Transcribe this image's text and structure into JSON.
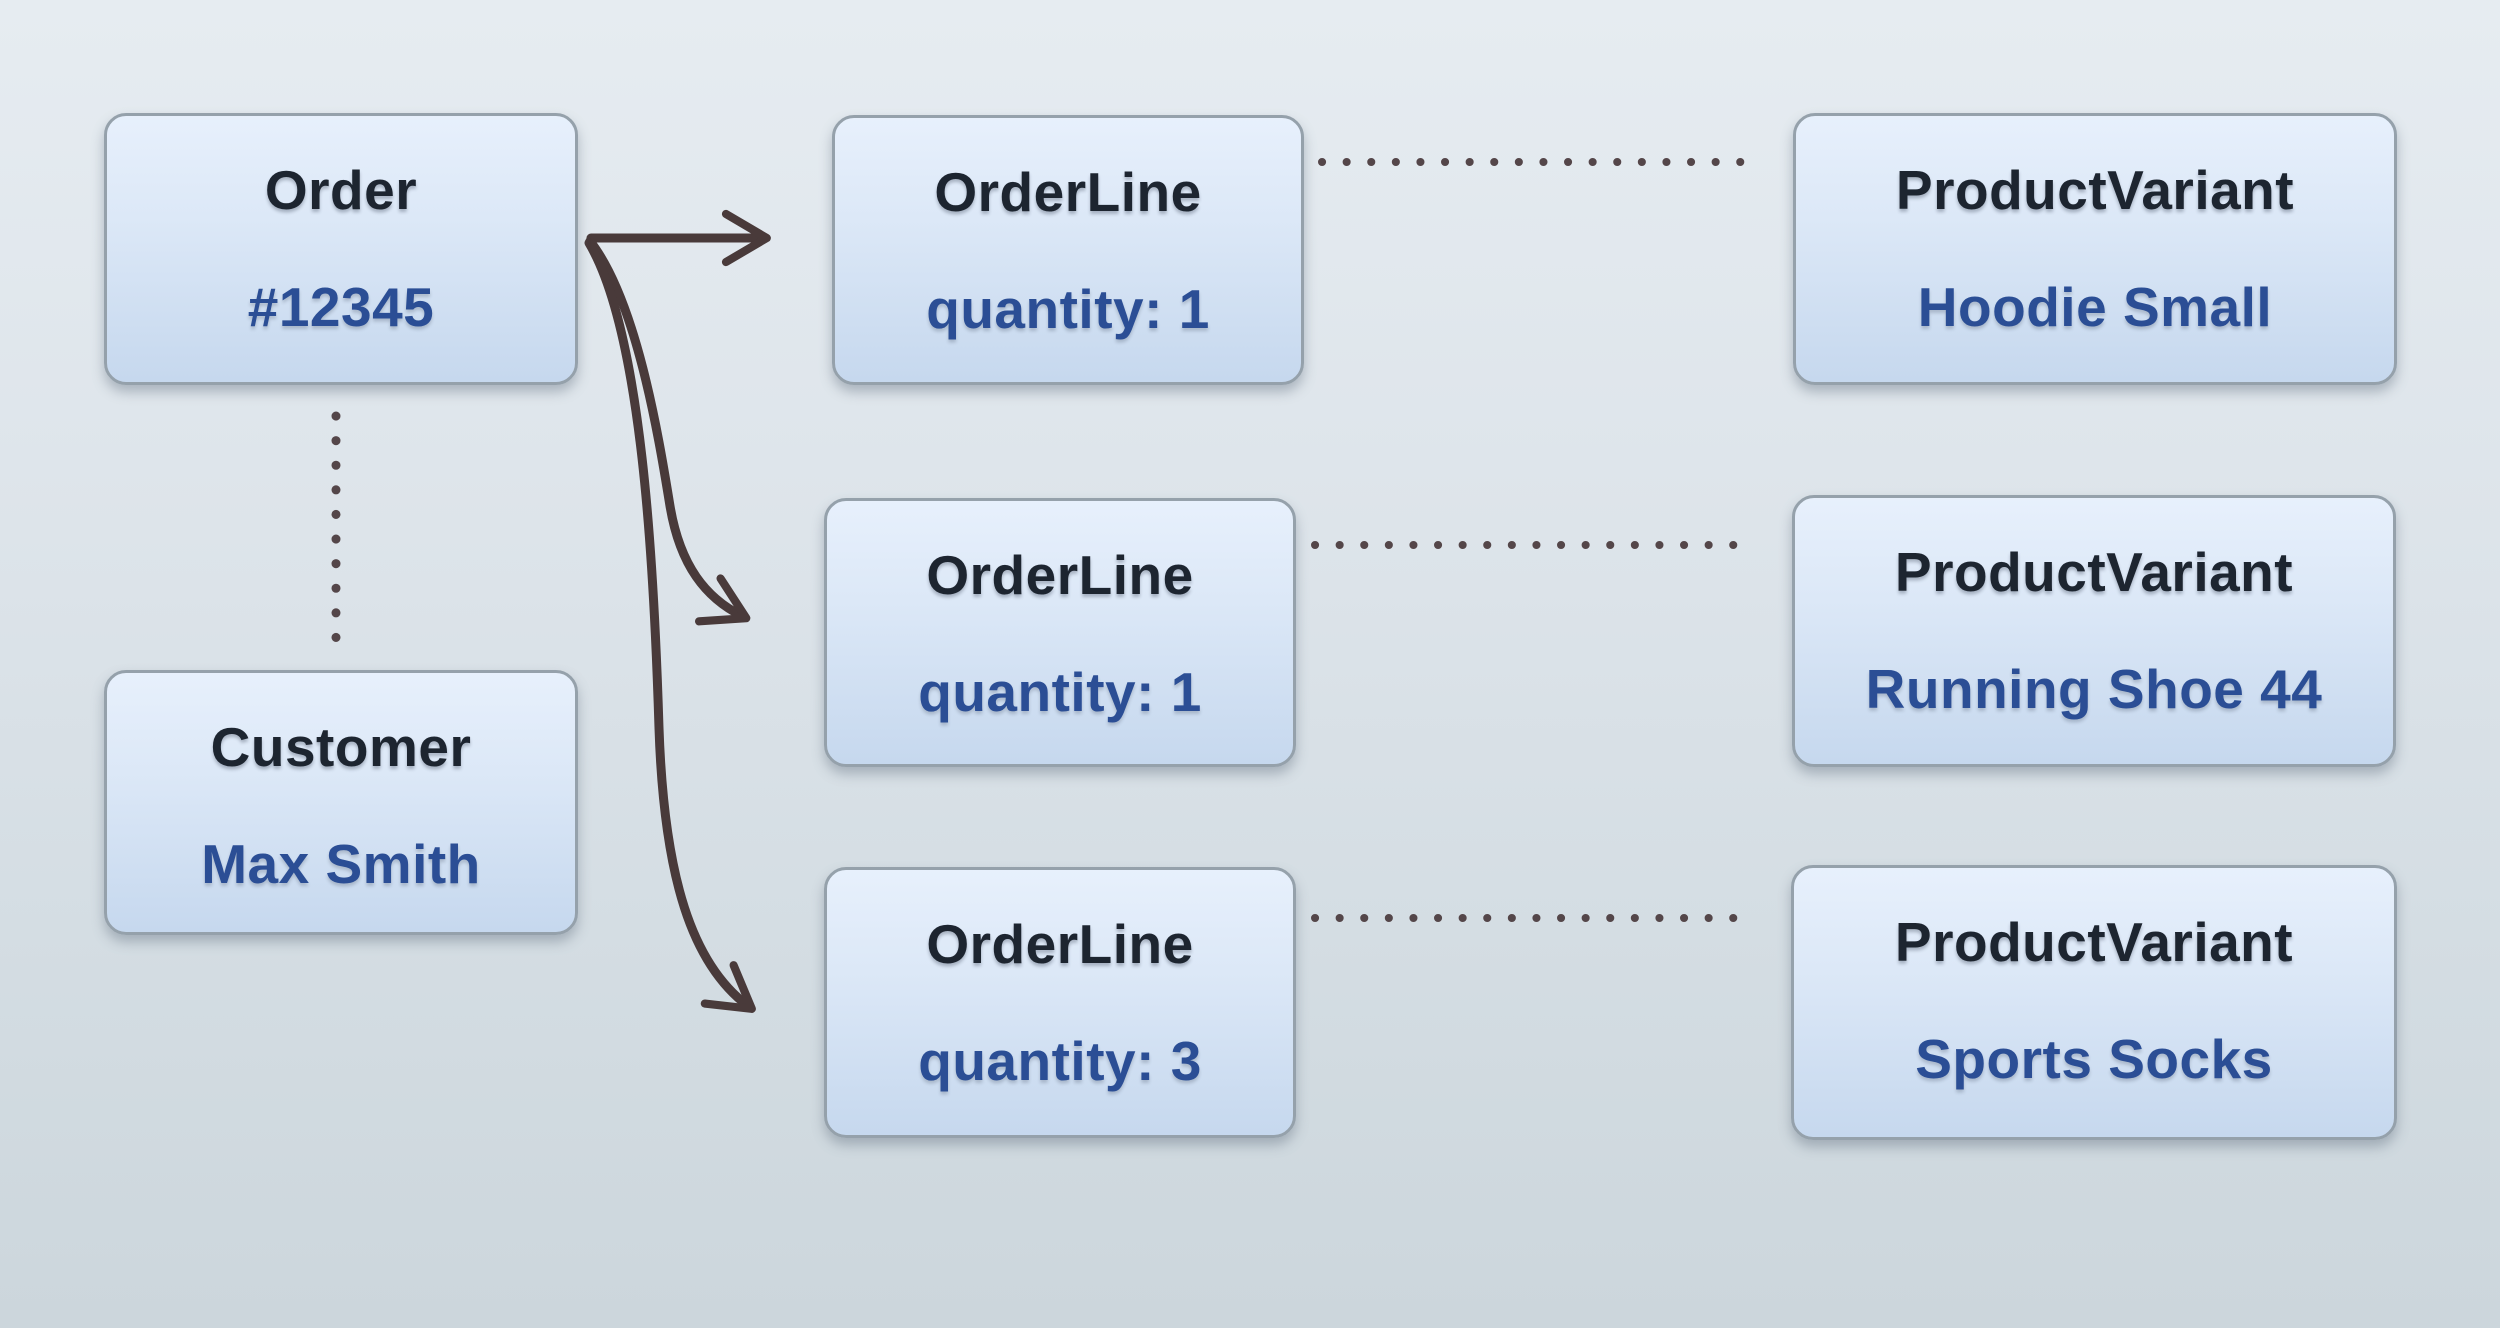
{
  "diagram": {
    "nodes": {
      "order": {
        "title": "Order",
        "value": "#12345"
      },
      "customer": {
        "title": "Customer",
        "value": "Max Smith"
      },
      "order_lines": [
        {
          "title": "OrderLine",
          "value": "quantity: 1"
        },
        {
          "title": "OrderLine",
          "value": "quantity: 1"
        },
        {
          "title": "OrderLine",
          "value": "quantity: 3"
        }
      ],
      "product_variants": [
        {
          "title": "ProductVariant",
          "value": "Hoodie Small"
        },
        {
          "title": "ProductVariant",
          "value": "Running Shoe 44"
        },
        {
          "title": "ProductVariant",
          "value": "Sports Socks"
        }
      ]
    },
    "edges": [
      {
        "from": "Order #12345",
        "to": "OrderLine quantity: 1 (row 1)",
        "style": "solid-arrow"
      },
      {
        "from": "Order #12345",
        "to": "OrderLine quantity: 1 (row 2)",
        "style": "solid-arrow"
      },
      {
        "from": "Order #12345",
        "to": "OrderLine quantity: 3 (row 3)",
        "style": "solid-arrow"
      },
      {
        "from": "Order #12345",
        "to": "Customer Max Smith",
        "style": "dotted"
      },
      {
        "from": "OrderLine quantity: 1",
        "to": "ProductVariant Hoodie Small",
        "style": "dotted"
      },
      {
        "from": "OrderLine quantity: 1",
        "to": "ProductVariant Running Shoe 44",
        "style": "dotted"
      },
      {
        "from": "OrderLine quantity: 3",
        "to": "ProductVariant Sports Socks",
        "style": "dotted"
      }
    ],
    "colors": {
      "background_top": "#e6ecf1",
      "background_bottom": "#ccd6dc",
      "node_border": "#95a1ab",
      "node_fill_top": "#e7f0fc",
      "node_fill_bottom": "#c6d8ee",
      "title_text": "#1d2530",
      "value_text": "#2b4e95",
      "arrow_stroke": "#493a3a",
      "dot_stroke": "#544649"
    }
  }
}
